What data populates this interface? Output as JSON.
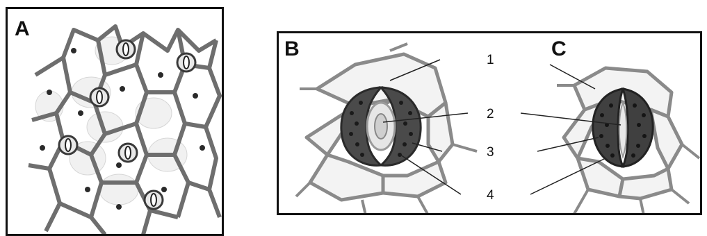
{
  "panels": {
    "a": {
      "label": "A"
    },
    "b": {
      "label": "B"
    },
    "c": {
      "label": "C"
    }
  },
  "callouts": [
    "1",
    "2",
    "3",
    "4"
  ],
  "colors": {
    "cell_wall": "#8a8a8a",
    "cell_fill": "#f2f2f2",
    "guard_cell": "#4a4a4a",
    "guard_spot": "#1e1e1e",
    "nucleus": "#3a3a3a",
    "leader": "#222222"
  }
}
